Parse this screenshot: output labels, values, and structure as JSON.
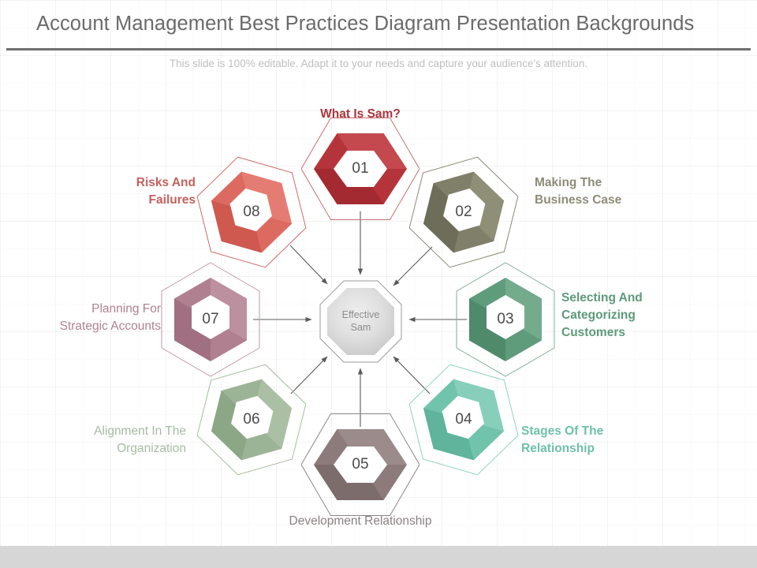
{
  "header": {
    "title": "Account Management Best Practices Diagram Presentation Backgrounds",
    "subtitle": "This slide is 100% editable. Adapt it to your needs and capture your audience's attention."
  },
  "diagram": {
    "type": "radial-hexagon-cycle",
    "center": {
      "line1": "Effective",
      "line2": "Sam",
      "shape": "octagon",
      "fill": "#d9d9d9",
      "stroke": "#9a9a9a"
    },
    "nodes": [
      {
        "number": "01",
        "label": "What Is Sam?",
        "color": "#b5333a",
        "ring_light": "#c4494f",
        "ring_dark": "#a32a31",
        "outline": "#c66f74",
        "label_color": "#a8353d",
        "align": "center",
        "orientation": "flat",
        "rotation": 0
      },
      {
        "number": "02",
        "label": "Making The\nBusiness Case",
        "color": "#807f6a",
        "ring_light": "#8f8e77",
        "ring_dark": "#6e6d59",
        "outline": "#8a8a76",
        "label_color": "#8d8c79",
        "align": "right",
        "orientation": "pointy",
        "rotation": 14
      },
      {
        "number": "03",
        "label": "Selecting And\nCategorizing\nCustomers",
        "color": "#5f9c7c",
        "ring_light": "#74ab8d",
        "ring_dark": "#4f8a6b",
        "outline": "#7fae93",
        "label_color": "#5d9a7a",
        "align": "right",
        "orientation": "pointy",
        "rotation": 0
      },
      {
        "number": "04",
        "label": "Stages Of The\nRelationship",
        "color": "#72c3ab",
        "ring_light": "#87cfba",
        "ring_dark": "#5fb49b",
        "outline": "#8ed4c0",
        "label_color": "#6ec1a9",
        "align": "right",
        "orientation": "pointy",
        "rotation": -14
      },
      {
        "number": "05",
        "label": "Development Relationship",
        "color": "#8d7b7b",
        "ring_light": "#9c8b8b",
        "ring_dark": "#7d6c6c",
        "outline": "#8f8686",
        "label_color": "#8b8181",
        "align": "center",
        "orientation": "flat",
        "rotation": 0
      },
      {
        "number": "06",
        "label": "Alignment In The\nOrganization",
        "color": "#9cb496",
        "ring_light": "#aabfa4",
        "ring_dark": "#8ba785",
        "outline": "#a6bda0",
        "label_color": "#a5bba0",
        "align": "left",
        "orientation": "pointy",
        "rotation": 14
      },
      {
        "number": "07",
        "label": "Planning For\nStrategic Accounts",
        "color": "#b07f90",
        "ring_light": "#bd909f",
        "ring_dark": "#a06f81",
        "outline": "#c09aa7",
        "label_color": "#ad8292",
        "align": "left",
        "orientation": "pointy",
        "rotation": 0
      },
      {
        "number": "08",
        "label": "Risks And\nFailures",
        "color": "#dd6a61",
        "ring_light": "#e57c74",
        "ring_dark": "#cf584f",
        "outline": "#cf6b68",
        "label_color": "#c4625d",
        "align": "left",
        "orientation": "pointy",
        "rotation": -14
      }
    ]
  }
}
